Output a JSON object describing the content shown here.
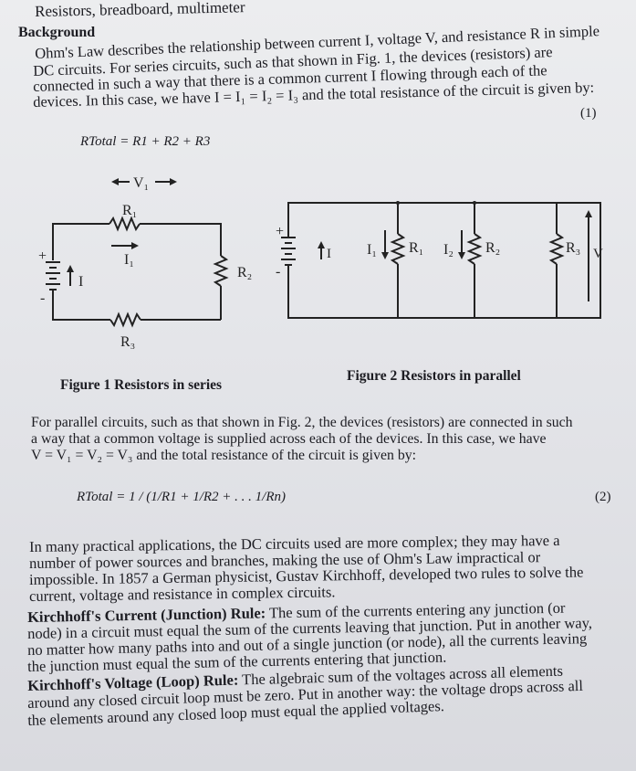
{
  "header": {
    "title": "Resistors, breadboard, multimeter"
  },
  "section": {
    "heading": "Background"
  },
  "intro": {
    "lines": [
      "Ohm's Law describes the relationship between current I, voltage V, and resistance R in simple",
      "DC circuits. For series circuits, such as that shown in Fig. 1, the devices (resistors) are",
      "connected in such a way that there is a common current I flowing through each of the",
      "devices. In this case, we have I = I₁ = I₂ = I₃ and the total resistance of the circuit is given by:"
    ]
  },
  "equation1": {
    "text": "RTotal = R1 + R2 + R3",
    "number": "(1)"
  },
  "figure1": {
    "caption": "Figure 1 Resistors in series",
    "labels": {
      "v1": "V₁",
      "r1": "R₁",
      "i1": "I₁",
      "r2": "R₂",
      "r3": "R₃",
      "i": "I",
      "plus": "+",
      "minus": "-"
    }
  },
  "figure2": {
    "caption": "Figure 2 Resistors in parallel",
    "labels": {
      "i": "I",
      "i1": "I₁",
      "r1": "R₁",
      "i2": "I₂",
      "r2": "R₂",
      "r3": "R₃",
      "v": "V",
      "plus": "+",
      "minus": "-"
    }
  },
  "parallel_text": {
    "lines": [
      "For parallel circuits, such as that shown in Fig. 2, the devices (resistors) are connected in such",
      "a way that a common voltage is supplied across each of the devices. In this case, we have",
      "V = V₁ = V₂ = V₃ and the total resistance of the circuit is given by:"
    ]
  },
  "equation2": {
    "text": "RTotal = 1 / (1/R1 + 1/R2 + . . . 1/Rn)",
    "number": "(2)"
  },
  "practical_text": {
    "lines": [
      "In many practical applications, the DC circuits used are more complex; they may have a",
      "number of power sources and branches, making the use of Ohm's Law impractical or",
      "impossible. In 1857 a German physicist, Gustav Kirchhoff, developed two rules to solve the",
      "current, voltage and resistance in complex circuits."
    ]
  },
  "kcl": {
    "title": "Kirchhoff's Current (Junction) Rule:",
    "lines": [
      " The sum of the currents entering any junction (or",
      "node) in a circuit must equal the sum of the currents leaving that junction. Put in another way,",
      "no matter how many paths into and out of a single junction (or node), all the currents leaving",
      "the junction must equal the sum of the currents entering that junction."
    ]
  },
  "kvl": {
    "title": "Kirchhoff's Voltage (Loop) Rule:",
    "lines": [
      " The algebraic sum of the voltages across all elements",
      "around any closed circuit loop must be zero. Put in another way: the voltage drops across all",
      "the elements around any closed loop must equal the applied voltages."
    ]
  }
}
